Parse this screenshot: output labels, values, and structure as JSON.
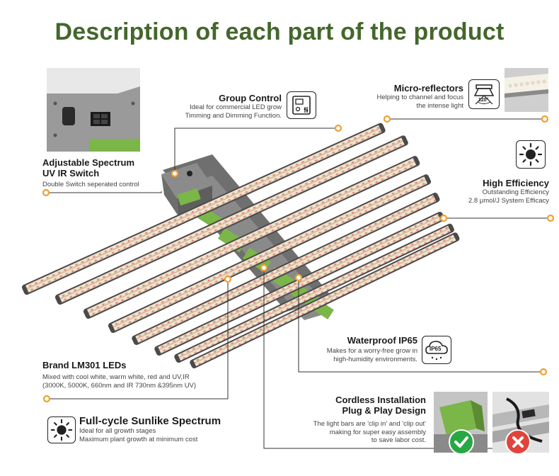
{
  "title": "Description of each part of the product",
  "features": {
    "group_control": {
      "heading": "Group Control",
      "line1": "Ideal for commercial LED grow",
      "line2": "Timming and Dimming Function.",
      "icon": "control-panel-icon"
    },
    "micro_reflectors": {
      "heading": "Micro-reflectors",
      "line1": "Helping to channel and focus",
      "line2": "the intense light",
      "icon": "reflector-120-icon",
      "icon_label": "120°"
    },
    "adjustable_spectrum": {
      "heading1": "Adjustable Spectrum",
      "heading2": "UV IR Switch",
      "line1": "Double Switch seperated control"
    },
    "high_efficiency": {
      "heading": "High Efficiency",
      "line1": "Outstanding Efficiency",
      "line2": "2.8 μmol/J System Efficacy",
      "icon": "sun-icon"
    },
    "brand_leds": {
      "heading": "Brand LM301 LEDs",
      "line1": "Mixed with cool white, warm white, red and UV,IR",
      "line2": "(3000K, 5000K, 660nm and IR 730nm &395nm UV)"
    },
    "waterproof": {
      "heading": "Waterproof IP65",
      "line1": "Makes for a worry-free grow in",
      "line2": "high-humidity environments.",
      "icon": "ip65-icon",
      "icon_label": "IP65"
    },
    "full_cycle": {
      "heading": "Full-cycle Sunlike Spectrum",
      "line1": "Ideal for all growth stages",
      "line2": "Maximum plant growth at minimum cost",
      "icon": "sun-icon"
    },
    "cordless": {
      "heading1": "Cordless Installation",
      "heading2": "Plug & Play Design",
      "line1": "The light bars are 'clip in' and 'clip out'",
      "line2": "making for super easy assembly",
      "line3": "to save labor cost."
    }
  },
  "status_icons": {
    "correct": "check-icon",
    "wrong": "cross-icon"
  },
  "colors": {
    "title_green": "#44672b",
    "callout_orange": "#f0a030",
    "driver_green": "#7ab648",
    "check_green": "#27a844",
    "cross_red": "#e0443c"
  }
}
